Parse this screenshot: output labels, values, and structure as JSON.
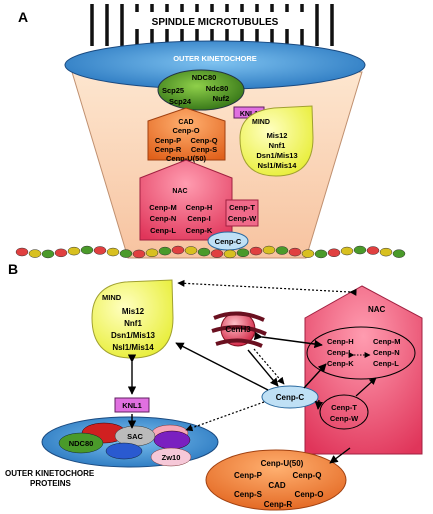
{
  "panel_a": {
    "label": "A",
    "spindle": "SPINDLE MICROTUBULES",
    "outer_kinetochore": "OUTER KINETOCHORE",
    "ndc80_complex": [
      "NDC80",
      "Scp25",
      "Ndc80",
      "Scp24",
      "Nuf2"
    ],
    "knl1": "KNL1",
    "cad": [
      "CAD",
      "Cenp-O",
      "Cenp-P",
      "Cenp-Q",
      "Cenp-R",
      "Cenp-S",
      "Cenp-U(50)"
    ],
    "mind": [
      "MIND",
      "Mis12",
      "Nnf1",
      "Dsn1/Mis13",
      "Nsl1/Mis14"
    ],
    "nac": [
      "NAC",
      "Cenp-M",
      "Cenp-H",
      "Cenp-N",
      "Cenp-I",
      "Cenp-L",
      "Cenp-K",
      "Cenp-T",
      "Cenp-W"
    ],
    "cenp_c": "Cenp-C"
  },
  "panel_b": {
    "label": "B",
    "mind": [
      "MIND",
      "Mis12",
      "Nnf1",
      "Dsn1/Mis13",
      "Nsl1/Mis14"
    ],
    "knl1": "KNL1",
    "outer": [
      "NDC80",
      "SAC",
      "Zw10"
    ],
    "outer_caption": [
      "OUTER KINETOCHORE",
      "PROTEINS"
    ],
    "nac_title": "NAC",
    "cenh3": "CenH3",
    "nac_inner": [
      "Cenp-H",
      "Cenp-I",
      "Cenp-K",
      "Cenp-M",
      "Cenp-N",
      "Cenp-L"
    ],
    "cenp_tw": [
      "Cenp-T",
      "Cenp-W"
    ],
    "cenp_c": "Cenp-C",
    "cad": [
      "Cenp-U(50)",
      "Cenp-P",
      "Cenp-Q",
      "CAD",
      "Cenp-S",
      "Cenp-O",
      "Cenp-R"
    ]
  },
  "colors": {
    "yellow": "#eef25a",
    "orange": "#f07a2a",
    "pink": "#ef5a7a",
    "green": "#4a9a2a",
    "blue": "#5aa8e0",
    "magenta": "#e060d0",
    "lightblue": "#bfe0f5"
  }
}
